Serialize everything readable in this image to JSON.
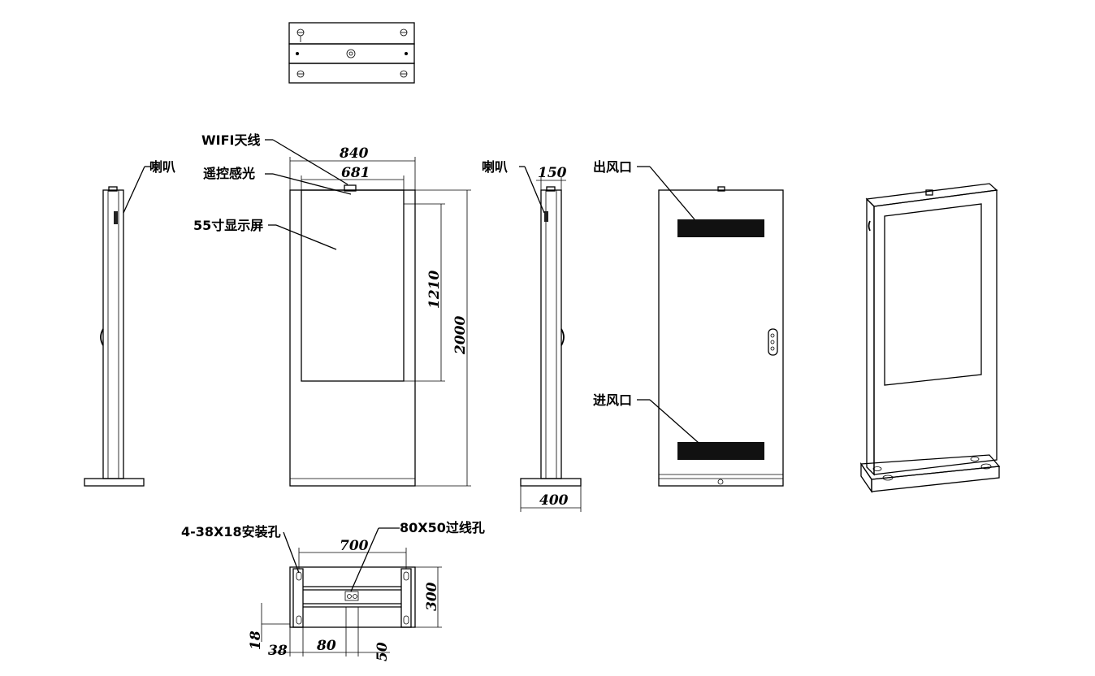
{
  "labels": {
    "wifi_antenna": "WIFI天线",
    "remote_sensor": "遥控感光",
    "display": "55寸显示屏",
    "speaker_left": "喇叭",
    "speaker_right": "喇叭",
    "air_outlet": "出风口",
    "air_inlet": "进风口",
    "mount_holes": "4-38X18安装孔",
    "cable_hole": "80X50过线孔"
  },
  "dimensions": {
    "total_width": "840",
    "screen_width": "681",
    "screen_height": "1210",
    "total_height": "2000",
    "depth": "150",
    "base_depth": "400",
    "hole_spacing": "700",
    "base_width": "300",
    "offset_18": "18",
    "offset_38": "38",
    "offset_80": "80",
    "offset_50": "50"
  }
}
